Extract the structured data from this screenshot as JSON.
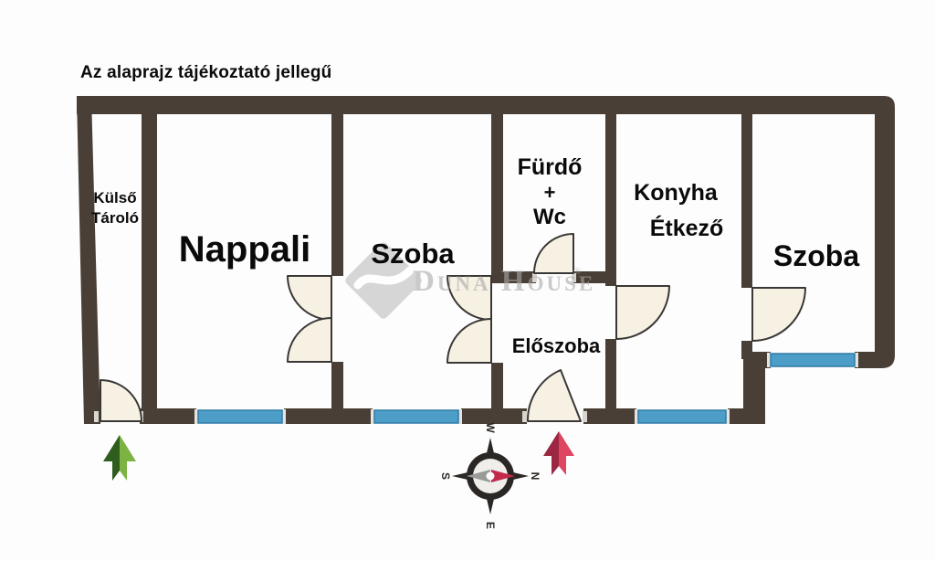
{
  "disclaimer": "Az alaprajz tájékoztató jellegű",
  "watermark": {
    "brand": "Duna House",
    "registered": "®"
  },
  "rooms": {
    "kulso_tarolo": {
      "line1": "Külső",
      "line2": "Tároló"
    },
    "nappali": {
      "label": "Nappali"
    },
    "szoba_middle": {
      "label": "Szoba"
    },
    "furdo_wc": {
      "line1": "Fürdő",
      "line2": "+",
      "line3": "Wc"
    },
    "konyha_etkezo": {
      "line1": "Konyha",
      "line2": "Étkező"
    },
    "eloszoba": {
      "label": "Előszoba"
    },
    "szoba_right": {
      "label": "Szoba"
    }
  },
  "compass": {
    "north": "N",
    "east": "E",
    "south": "S",
    "west": "W"
  },
  "colors": {
    "wall": "#493F36",
    "window": "#4D9DC9",
    "window_edge": "#2E7CA6",
    "window_cap": "#E4E4E2",
    "door_fill": "#F7F1E4",
    "door_stroke": "#3A3836",
    "jamb_mark": "#D9D5CF",
    "label_text": "#000000",
    "watermark_gray": "#A9A9A9",
    "logo_gray": "#BDBDBD",
    "arrow_green_dark": "#2E5D1E",
    "arrow_green_light": "#7CB342",
    "arrow_red_dark": "#9C2742",
    "arrow_red_light": "#DD4560",
    "compass_dark": "#2B2724",
    "compass_face": "#F0EEEB",
    "needle_gray": "#9A9A98",
    "needle_red": "#C22A4A"
  }
}
